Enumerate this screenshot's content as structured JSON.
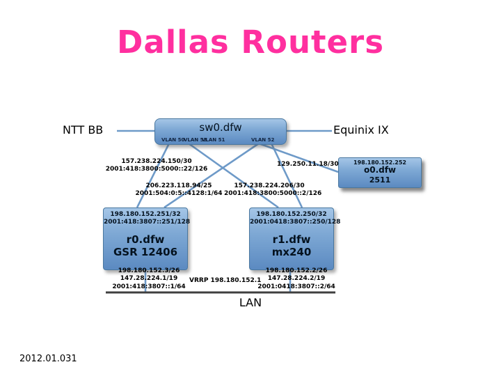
{
  "colors": {
    "title_pink": "#ff2f9f",
    "node_blue_top": "#a5c6e7",
    "node_blue_bottom": "#5b8ac1",
    "wire_blue": "#6e9ac8"
  },
  "slide": {
    "title": "Dallas Routers",
    "footer": "2012.01.031"
  },
  "nodes": {
    "ntt": {
      "label": "NTT BB"
    },
    "equinix": {
      "label": "Equinix IX"
    },
    "switch": {
      "name": "sw0.dfw",
      "vlans": [
        "VLAN 50",
        "VLAN 53",
        "VLAN 51",
        "VLAN 52"
      ]
    },
    "console": {
      "ip": "198.180.152.252",
      "name": "o0.dfw",
      "model": "2511"
    },
    "r0": {
      "ipv4": "198.180.152.251/32",
      "ipv6": "2001:418:3807::251/128",
      "name": "r0.dfw",
      "model": "GSR 12406"
    },
    "r1": {
      "ipv4": "198.180.152.250/32",
      "ipv6": "2001:0418:3807::250/128",
      "name": "r1.dfw",
      "model": "mx240"
    },
    "lan": {
      "label": "LAN"
    }
  },
  "links": {
    "ntt_r0": {
      "ipv4": "157.238.224.150/30",
      "ipv6": "2001:418:3800:5000::22/126"
    },
    "console_uplink": {
      "ipv4": "129.250.11.18/30"
    },
    "equinix_peering": {
      "ipv4": "206.223.118.94/25",
      "ipv6": "2001:504:0:5::4128:1/64"
    },
    "ntt_r1": {
      "ipv4": "157.238.224.206/30",
      "ipv6": "2001:418:3800:5000::2/126"
    },
    "r0_lan": [
      "198.180.152.3/26",
      "147.28.224.1/19",
      "2001:418:3807::1/64"
    ],
    "vrrp": "VRRP 198.180.152.1",
    "r1_lan": [
      "198.180.152.2/26",
      "147.28.224.2/19",
      "2001:0418:3807::2/64"
    ]
  }
}
